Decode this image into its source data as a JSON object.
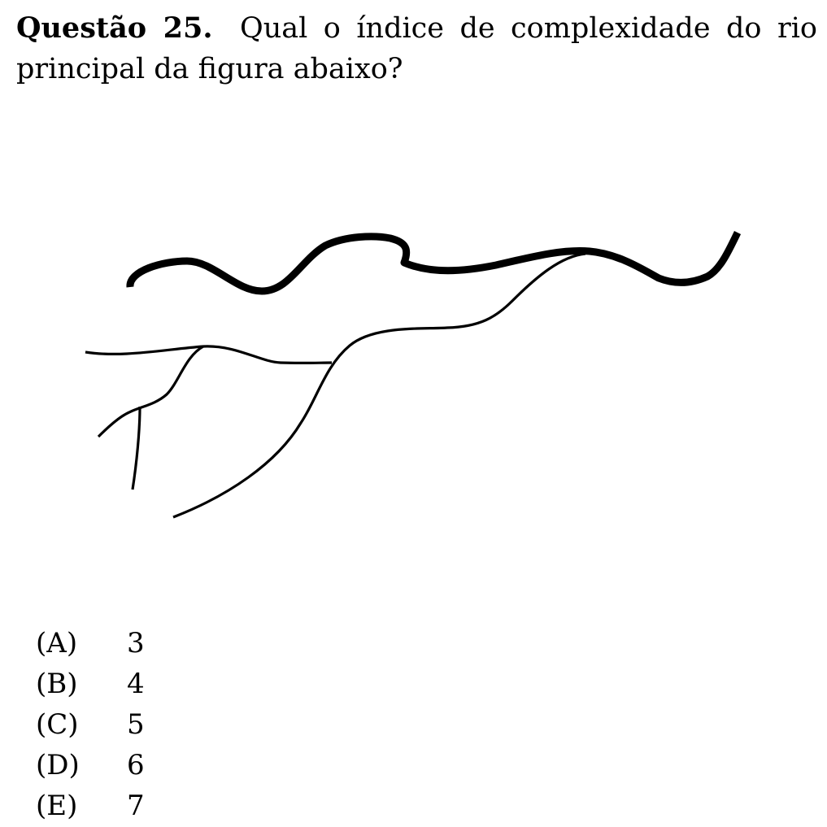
{
  "question": {
    "label": "Questão 25.",
    "text": "Qual o índice de complexidade do rio principal da figura abaixo?"
  },
  "options": [
    {
      "letter": "(A)",
      "value": "3"
    },
    {
      "letter": "(B)",
      "value": "4"
    },
    {
      "letter": "(C)",
      "value": "5"
    },
    {
      "letter": "(D)",
      "value": "6"
    },
    {
      "letter": "(E)",
      "value": "7"
    }
  ]
}
